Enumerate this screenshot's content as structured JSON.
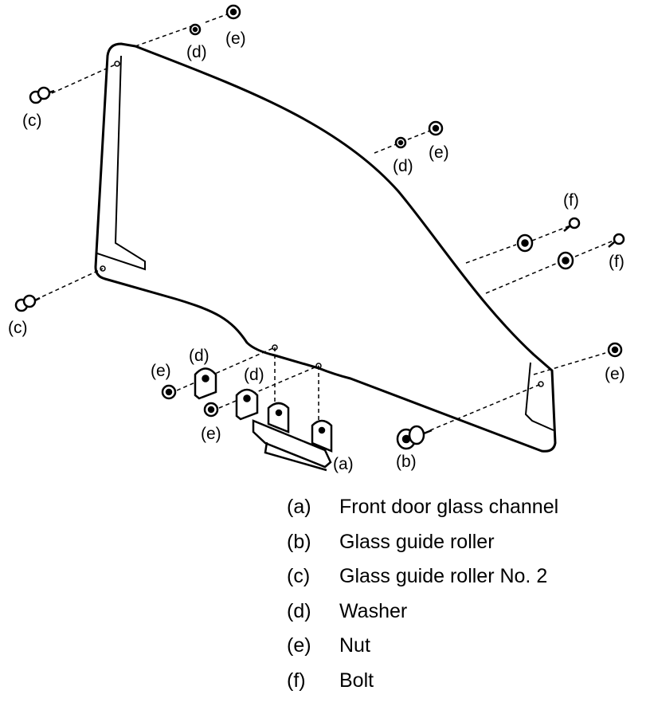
{
  "callouts": {
    "a": "(a)",
    "b": "(b)",
    "c": "(c)",
    "d": "(d)",
    "e": "(e)",
    "f": "(f)"
  },
  "legend": [
    {
      "key": "(a)",
      "text": "Front door glass channel"
    },
    {
      "key": "(b)",
      "text": "Glass guide roller"
    },
    {
      "key": "(c)",
      "text": "Glass guide roller No. 2"
    },
    {
      "key": "(d)",
      "text": "Washer"
    },
    {
      "key": "(e)",
      "text": "Nut"
    },
    {
      "key": "(f)",
      "text": "Bolt"
    }
  ]
}
